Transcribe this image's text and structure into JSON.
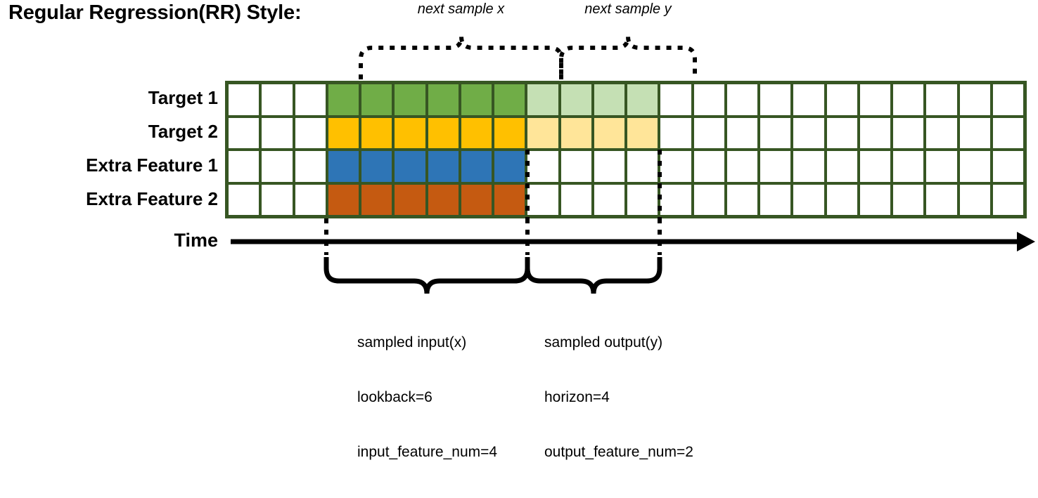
{
  "title": "Regular Regression(RR) Style:",
  "annotations": {
    "next_sample_x": "next sample x",
    "next_sample_y": "next sample y",
    "time_axis": "Time"
  },
  "rows": [
    {
      "label": "Target 1",
      "color_key": "green"
    },
    {
      "label": "Target 2",
      "color_key": "gold"
    },
    {
      "label": "Extra Feature 1",
      "color_key": "blue"
    },
    {
      "label": "Extra Feature 2",
      "color_key": "orange"
    }
  ],
  "grid": {
    "total_columns": 24,
    "lead_blank_columns": 3,
    "input_columns": 6,
    "output_columns": 4,
    "trailing_blank_columns": 11,
    "fills": [
      [
        "white",
        "white",
        "white",
        "green",
        "green",
        "green",
        "green",
        "green",
        "green",
        "green-light",
        "green-light",
        "green-light",
        "green-light",
        "white",
        "white",
        "white",
        "white",
        "white",
        "white",
        "white",
        "white",
        "white",
        "white",
        "white"
      ],
      [
        "white",
        "white",
        "white",
        "gold",
        "gold",
        "gold",
        "gold",
        "gold",
        "gold",
        "gold-light",
        "gold-light",
        "gold-light",
        "gold-light",
        "white",
        "white",
        "white",
        "white",
        "white",
        "white",
        "white",
        "white",
        "white",
        "white",
        "white"
      ],
      [
        "white",
        "white",
        "white",
        "blue",
        "blue",
        "blue",
        "blue",
        "blue",
        "blue",
        "white",
        "white",
        "white",
        "white",
        "white",
        "white",
        "white",
        "white",
        "white",
        "white",
        "white",
        "white",
        "white",
        "white",
        "white"
      ],
      [
        "white",
        "white",
        "white",
        "orange",
        "orange",
        "orange",
        "orange",
        "orange",
        "orange",
        "white",
        "white",
        "white",
        "white",
        "white",
        "white",
        "white",
        "white",
        "white",
        "white",
        "white",
        "white",
        "white",
        "white",
        "white"
      ]
    ]
  },
  "colors": {
    "green": "#70ad47",
    "green-light": "#c5e0b4",
    "gold": "#ffc000",
    "gold-light": "#ffe599",
    "blue": "#2e75b6",
    "orange": "#c55a11",
    "white": "#ffffff",
    "grid_line": "#375623",
    "ink": "#000000"
  },
  "captions": {
    "input": {
      "line1": "sampled input(x)",
      "line2": "lookback=6",
      "line3": "input_feature_num=4"
    },
    "output": {
      "line1": "sampled output(y)",
      "line2": "horizon=4",
      "line3": "output_feature_num=2"
    }
  }
}
